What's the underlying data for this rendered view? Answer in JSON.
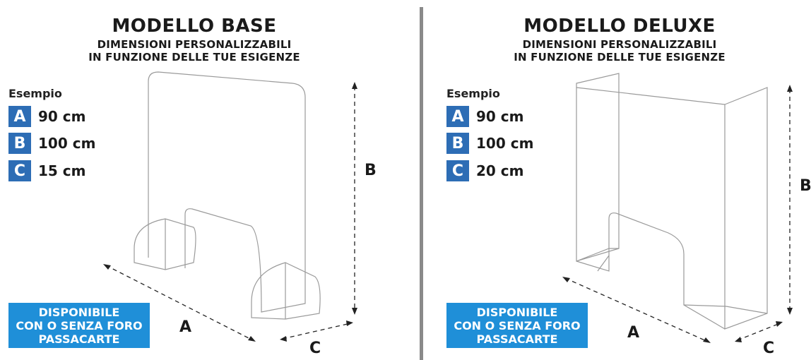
{
  "left": {
    "title": "MODELLO BASE",
    "subtitle_line1": "DIMENSIONI PERSONALIZZABILI",
    "subtitle_line2": "IN FUNZIONE DELLE TUE ESIGENZE",
    "example_label": "Esempio",
    "specs": [
      {
        "letter": "A",
        "value": "90 cm"
      },
      {
        "letter": "B",
        "value": "100 cm"
      },
      {
        "letter": "C",
        "value": "15 cm"
      }
    ],
    "cta": [
      "DISPONIBILE",
      "CON O SENZA FORO",
      "PASSACARTE"
    ],
    "dim_labels": {
      "a": "A",
      "b": "B",
      "c": "C"
    }
  },
  "right": {
    "title": "MODELLO DELUXE",
    "subtitle_line1": "DIMENSIONI PERSONALIZZABILI",
    "subtitle_line2": "IN FUNZIONE DELLE TUE ESIGENZE",
    "example_label": "Esempio",
    "specs": [
      {
        "letter": "A",
        "value": "90 cm"
      },
      {
        "letter": "B",
        "value": "100 cm"
      },
      {
        "letter": "C",
        "value": "20 cm"
      }
    ],
    "cta": [
      "DISPONIBILE",
      "CON O SENZA FORO",
      "PASSACARTE"
    ],
    "dim_labels": {
      "a": "A",
      "b": "B",
      "c": "C"
    }
  },
  "colors": {
    "badge": "#2d6db5",
    "cta": "#1f8fd8",
    "divider": "#8a8a8a"
  }
}
